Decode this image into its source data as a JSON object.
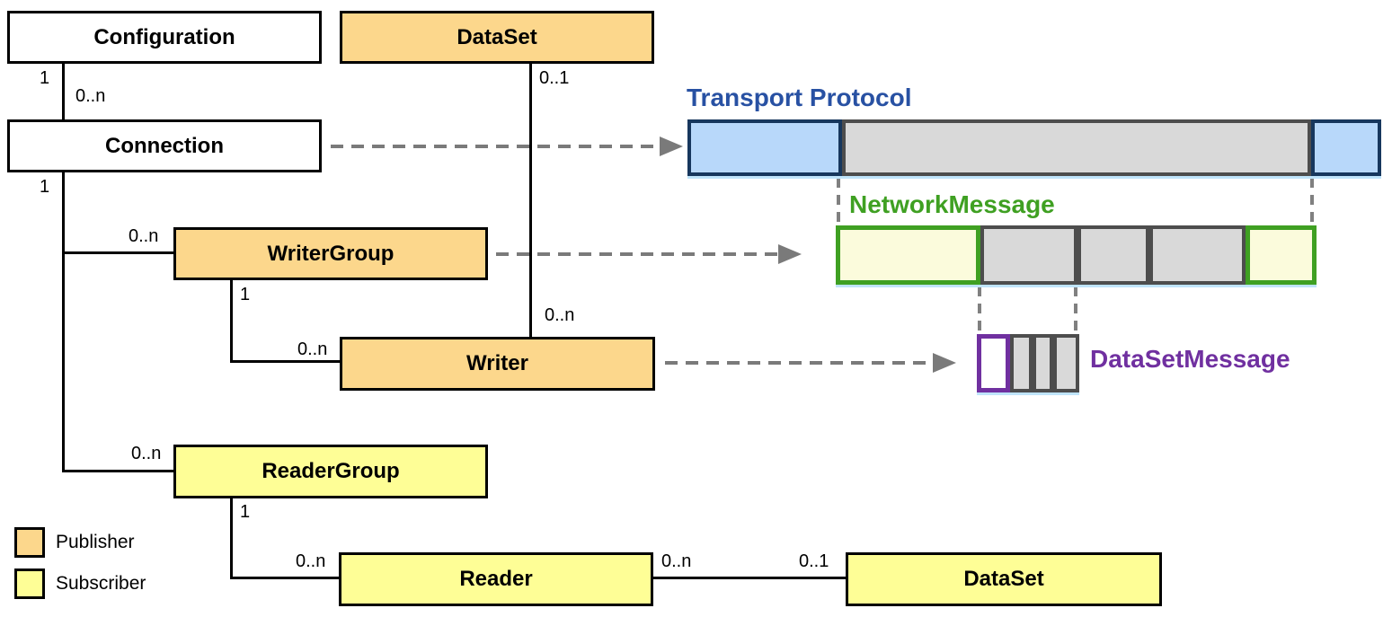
{
  "entities": {
    "configuration": {
      "label": "Configuration"
    },
    "dataset_top": {
      "label": "DataSet"
    },
    "connection": {
      "label": "Connection"
    },
    "writer_group": {
      "label": "WriterGroup"
    },
    "writer": {
      "label": "Writer"
    },
    "reader_group": {
      "label": "ReaderGroup"
    },
    "reader": {
      "label": "Reader"
    },
    "dataset_bottom": {
      "label": "DataSet"
    }
  },
  "multiplicities": {
    "configuration_side": "1",
    "connection_side": "0..n",
    "connection_source": "1",
    "writergroup_target": "0..n",
    "writergroup_source": "1",
    "writer_target": "0..n",
    "dataset_writer_source": "0..1",
    "dataset_writer_target": "0..n",
    "readergroup_target": "0..n",
    "readergroup_source": "1",
    "reader_target": "0..n",
    "reader_dataset_source": "0..n",
    "reader_dataset_target": "0..1"
  },
  "messages": {
    "transport_protocol": {
      "title": "Transport Protocol"
    },
    "network_message": {
      "title": "NetworkMessage"
    },
    "dataset_message": {
      "title": "DataSetMessage"
    }
  },
  "legend": {
    "publisher_label": "Publisher",
    "subscriber_label": "Subscriber"
  },
  "colors": {
    "publisher_fill": "#FCD78C",
    "subscriber_fill": "#FEFE96",
    "transport_fill": "#B8D8FA",
    "transport_border": "#17375D",
    "transport_title": "#2851A3",
    "network_fill": "#FBFBDC",
    "network_border": "#3FA022",
    "network_title": "#3FA022",
    "dataset_message_border": "#7030A0",
    "dataset_message_title": "#7030A0",
    "payload_fill": "#D9D9D9",
    "payload_border": "#4D4D4D",
    "arrow_gray": "#7A7A7A"
  }
}
